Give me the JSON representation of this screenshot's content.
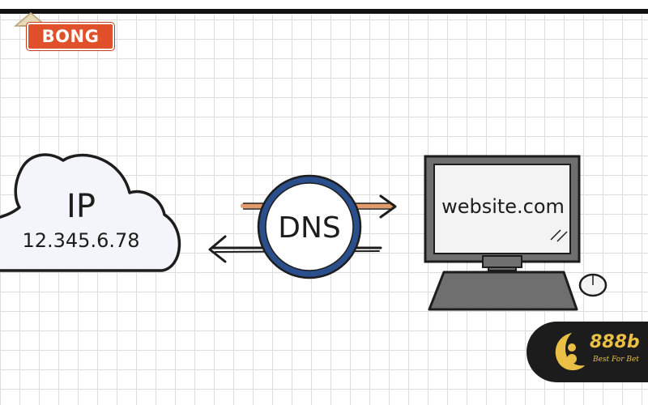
{
  "diagram": {
    "cloud": {
      "title": "IP",
      "address": "12.345.6.78"
    },
    "dns": {
      "label": "DNS"
    },
    "computer": {
      "screen_text": "website.com"
    }
  },
  "brands": {
    "top_left": {
      "text": "BONG"
    },
    "bottom_right": {
      "text": "888b",
      "slogan": "Best For Bet"
    }
  },
  "colors": {
    "grid": "#dcdcdc",
    "cloud_fill": "#f3f5fa",
    "dns_ring": "#2a4f8c",
    "arrow_accent": "#e59a6b",
    "screen_fill": "#f3f3f3",
    "keyboard_fill": "#6f6f6f",
    "bong_red": "#e0502a",
    "gold": "#e9bf45"
  }
}
